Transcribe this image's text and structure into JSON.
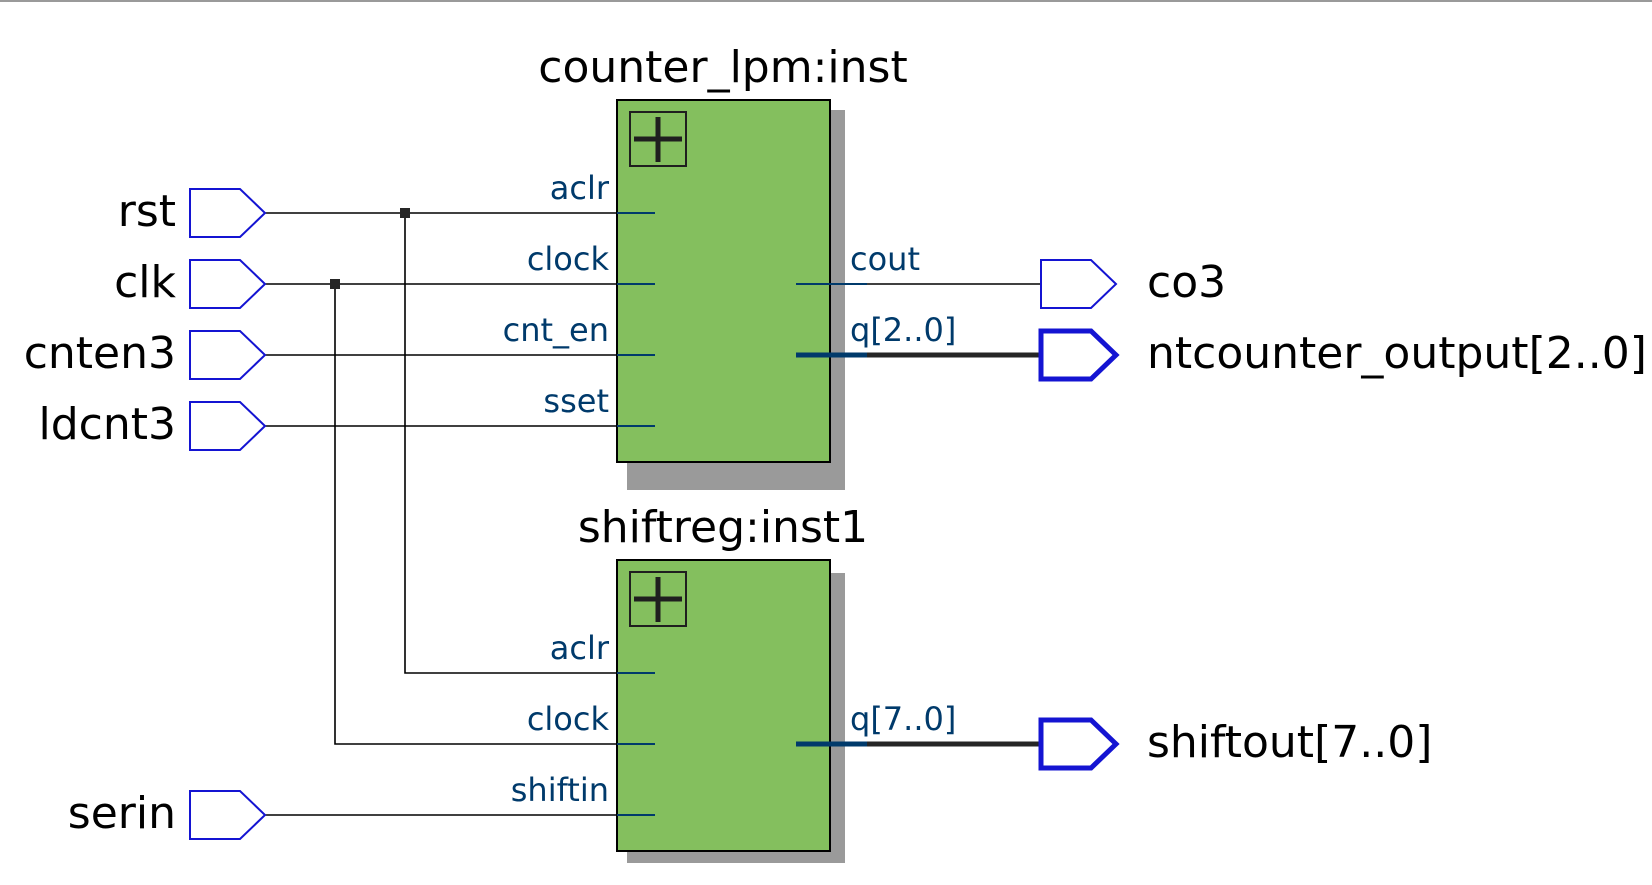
{
  "colors": {
    "block_fill": "#84bf5e",
    "block_border": "#000000",
    "block_shadow": "#9a9a9a",
    "pin_stroke": "#1414d2",
    "wire": "#000000",
    "bus": "#262626",
    "port_stub": "#003a6b",
    "port_label": "#003a6b",
    "junction": "#262626",
    "top_border": "#9a9a9a"
  },
  "inputs": {
    "rst": "rst",
    "clk": "clk",
    "cnten3": "cnten3",
    "ldcnt3": "ldcnt3",
    "serin": "serin"
  },
  "outputs": {
    "co3": "co3",
    "ntcounter_output": "ntcounter_output[2..0]",
    "shiftout": "shiftout[7..0]"
  },
  "counter_block": {
    "title": "counter_lpm:inst",
    "expand_icon": "plus-box-icon",
    "ports": {
      "aclr": "aclr",
      "clock": "clock",
      "cnt_en": "cnt_en",
      "sset": "sset",
      "cout": "cout",
      "q": "q[2..0]"
    }
  },
  "shiftreg_block": {
    "title": "shiftreg:inst1",
    "expand_icon": "plus-box-icon",
    "ports": {
      "aclr": "aclr",
      "clock": "clock",
      "shiftin": "shiftin",
      "q": "q[7..0]"
    }
  }
}
